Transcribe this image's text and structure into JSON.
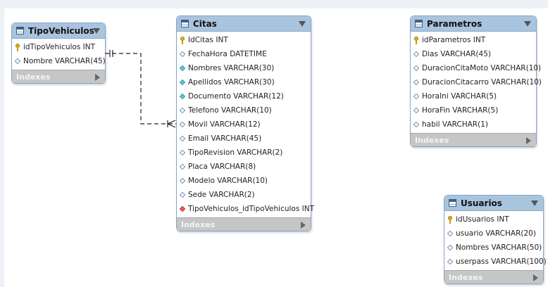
{
  "tables": {
    "tipovehiculos": {
      "name": "TipoVehiculos",
      "columns": [
        {
          "text": "idTipoVehiculos INT",
          "kind": "pk"
        },
        {
          "text": "Nombre VARCHAR(45)",
          "kind": "plain"
        }
      ],
      "footer": "Indexes"
    },
    "citas": {
      "name": "Citas",
      "columns": [
        {
          "text": "IdCitas INT",
          "kind": "pk"
        },
        {
          "text": "FechaHora DATETIME",
          "kind": "plain"
        },
        {
          "text": "Nombres VARCHAR(30)",
          "kind": "filled"
        },
        {
          "text": "Apellidos VARCHAR(30)",
          "kind": "filled"
        },
        {
          "text": "Documento VARCHAR(12)",
          "kind": "filled"
        },
        {
          "text": "Telefono VARCHAR(10)",
          "kind": "plain"
        },
        {
          "text": "Movil VARCHAR(12)",
          "kind": "plain"
        },
        {
          "text": "Email VARCHAR(45)",
          "kind": "plain"
        },
        {
          "text": "TipoRevision VARCHAR(2)",
          "kind": "plain"
        },
        {
          "text": "Placa VARCHAR(8)",
          "kind": "plain"
        },
        {
          "text": "Modelo VARCHAR(10)",
          "kind": "plain"
        },
        {
          "text": "Sede VARCHAR(2)",
          "kind": "plain"
        },
        {
          "text": "TipoVehiculos_idTipoVehiculos INT",
          "kind": "fk"
        }
      ],
      "footer": "Indexes"
    },
    "parametros": {
      "name": "Parametros",
      "columns": [
        {
          "text": "idParametros INT",
          "kind": "pk"
        },
        {
          "text": "Dias VARCHAR(45)",
          "kind": "plain"
        },
        {
          "text": "DuracionCitaMoto VARCHAR(10)",
          "kind": "plain"
        },
        {
          "text": "DuracionCitacarro VARCHAR(10)",
          "kind": "plain"
        },
        {
          "text": "HoraIni VARCHAR(5)",
          "kind": "plain"
        },
        {
          "text": "HoraFin VARCHAR(5)",
          "kind": "plain"
        },
        {
          "text": "habil VARCHAR(1)",
          "kind": "plain"
        }
      ],
      "footer": "Indexes"
    },
    "usuarios": {
      "name": "Usuarios",
      "columns": [
        {
          "text": "idUsuarios INT",
          "kind": "pk"
        },
        {
          "text": "usuario VARCHAR(20)",
          "kind": "plain"
        },
        {
          "text": "Nombres VARCHAR(50)",
          "kind": "plain"
        },
        {
          "text": "userpass VARCHAR(100)",
          "kind": "plain"
        }
      ],
      "footer": "Indexes"
    }
  },
  "relationships": [
    {
      "from": "tipovehiculos",
      "to": "citas",
      "from_cardinality": "one-and-only-one",
      "to_cardinality": "one-or-many",
      "style": "dashed"
    }
  ],
  "colors": {
    "header": "#a9c4de",
    "border": "#8aa6c1",
    "footer": "#c6c6c6",
    "pk": "#e0b21a",
    "fk": "#e26060",
    "filled_attr": "#58c4d4"
  }
}
